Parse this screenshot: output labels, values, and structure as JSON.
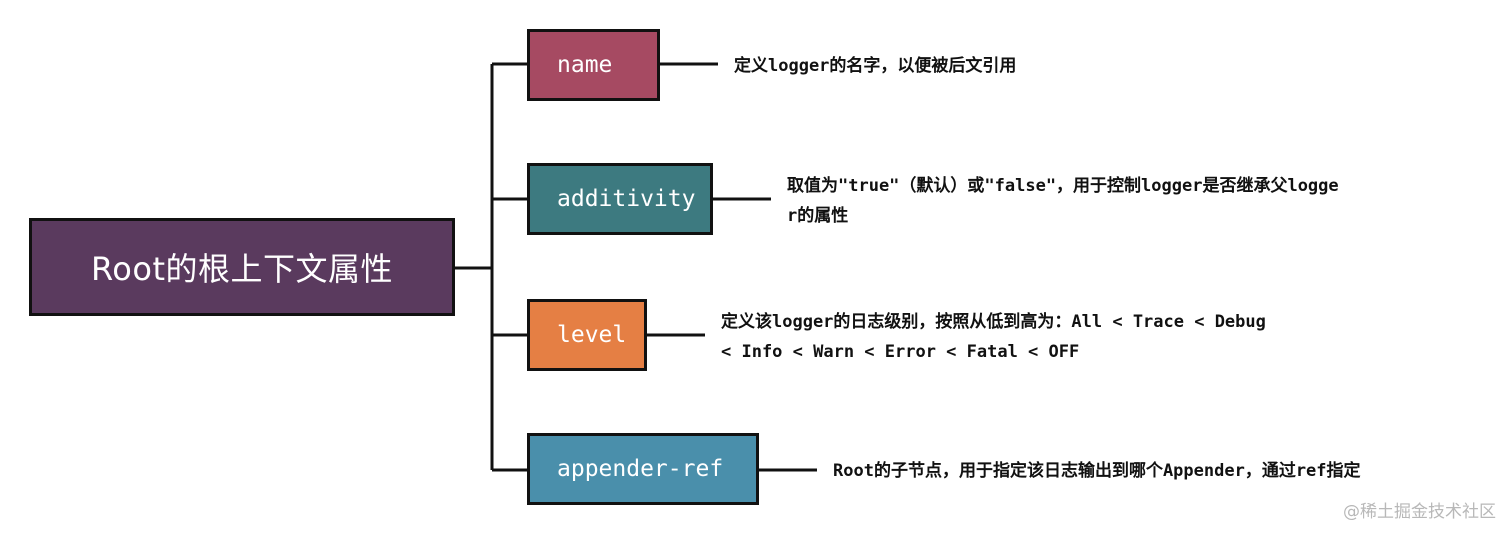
{
  "root": {
    "label": "Root的根上下文属性",
    "color": "#5a3a5e"
  },
  "nodes": [
    {
      "label": "name",
      "color": "#a64a62",
      "description": [
        "定义logger的名字，以便被后文引用"
      ]
    },
    {
      "label": "additivity",
      "color": "#3d7a80",
      "description": [
        "取值为\"true\"（默认）或\"false\"，用于控制logger是否继承父logge",
        "r的属性"
      ]
    },
    {
      "label": "level",
      "color": "#e57f44",
      "description": [
        "定义该logger的日志级别，按照从低到高为：All < Trace < Debug",
        "< Info < Warn < Error < Fatal < OFF"
      ]
    },
    {
      "label": "appender-ref",
      "color": "#4a8fab",
      "description": [
        "Root的子节点，用于指定该日志输出到哪个Appender，通过ref指定"
      ]
    }
  ],
  "watermark": "@稀土掘金技术社区"
}
